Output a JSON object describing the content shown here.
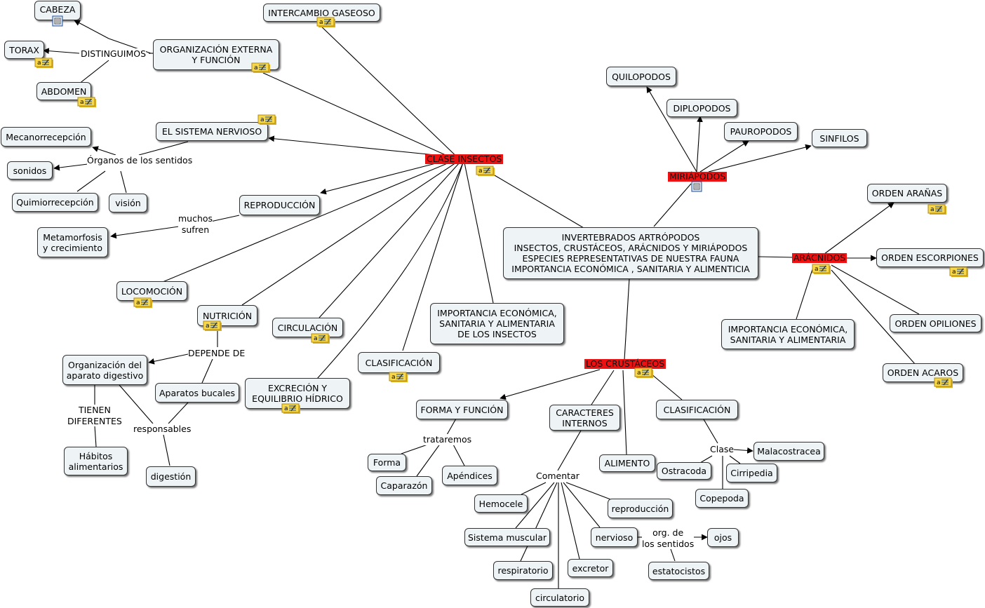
{
  "concepts": {
    "central": "INVERTEBRADOS ARTRÓPODOS\nINSECTOS, CRUSTÁCEOS, ARÁCNIDOS Y MIRIÁPODOS\nESPECIES REPRESENTATIVAS DE NUESTRA FAUNA\nIMPORTANCIA ECONÓMICA , SANITARIA Y ALIMENTICIA",
    "clase_insectos": "CLASE INSECTOS",
    "miriapodos": "MIRIÁPODOS",
    "aracnidos": "ARÁCNIDOS",
    "crustaceos": "LOS CRUSTÁCEOS",
    "cabeza": "CABEZA",
    "torax": "TORAX",
    "abdomen": "ABDOMEN",
    "intercambio_gaseoso": "INTERCAMBIO GASEOSO",
    "organizacion_externa": "ORGANIZACIÓN EXTERNA\nY FUNCIÓN",
    "sistema_nervioso": "EL SISTEMA NERVIOSO",
    "mecanorrecepcion": "Mecanorrecepción",
    "sonidos": "sonidos",
    "quimiorrecepcion": "Quimiorrecepción",
    "vision": "visión",
    "reproduccion_insectos": "REPRODUCCIÓN",
    "metamorfosis": "Metamorfosis\ny crecimiento",
    "locomocion": "LOCOMOCIÓN",
    "nutricion": "NUTRICIÓN",
    "org_aparato_digestivo": "Organización del\naparato digestivo",
    "aparatos_bucales": "Aparatos bucales",
    "habitos": "Hábitos\nalimentarios",
    "digestion": "digestión",
    "circulacion": "CIRCULACIÓN",
    "excrecion": "EXCRECIÓN Y\nEQUILIBRIO HÍDRICO",
    "clasificacion_insectos": "CLASIFICACIÓN",
    "importancia_insectos": "IMPORTANCIA ECONÓMICA,\nSANITARIA Y ALIMENTARIA\nDE LOS INSECTOS",
    "quilopodos": "QUILOPODOS",
    "diplopodos": "DIPLOPODOS",
    "pauropodos": "PAUROPODOS",
    "sinfilos": "SINFILOS",
    "orden_aranas": "ORDEN ARAÑAS",
    "orden_escorpiones": "ORDEN ESCORPIONES",
    "orden_opiliones": "ORDEN OPILIONES",
    "orden_acaros": "ORDEN ACAROS",
    "importancia_aracnidos": "IMPORTANCIA ECONÓMICA,\nSANITARIA Y ALIMENTARIA",
    "forma_funcion": "FORMA Y FUNCIÓN",
    "forma": "Forma",
    "caparazon": "Caparazón",
    "apendices": "Apéndices",
    "caracteres_internos": "CARACTERES\nINTERNOS",
    "alimento": "ALIMENTO",
    "clasificacion_crustaceos": "CLASIFICACIÓN",
    "ostracoda": "Ostracoda",
    "malacostracea": "Malacostracea",
    "cirripedia": "Cirripedia",
    "copepoda": "Copepoda",
    "hemocele": "Hemocele",
    "sistema_muscular": "Sistema muscular",
    "respiratorio": "respiratorio",
    "circulatorio": "circulatorio",
    "excretor": "excretor",
    "nervioso": "nervioso",
    "reproduccion_crustaceos": "reproducción",
    "ojos": "ojos",
    "estatocistos": "estatocistos"
  },
  "linking_phrases": {
    "distinguimos": "DISTINGUIMOS",
    "organos_sentidos": "Órganos de los sentidos",
    "muchos_sufren": "muchos\nsufren",
    "depende_de": "DEPENDE DE",
    "tienen_diferentes": "TIENEN\nDIFERENTES",
    "responsables": "responsables",
    "trataremos": "trataremos",
    "comentar": "Comentar",
    "clase": "Clase",
    "org_sentidos": "org. de\nlos sentidos"
  },
  "colors": {
    "node_fill": "#eef3f6",
    "node_border": "#333333",
    "highlight": "#ee1111",
    "note_fill": "#f7d84a",
    "line": "#000000"
  }
}
